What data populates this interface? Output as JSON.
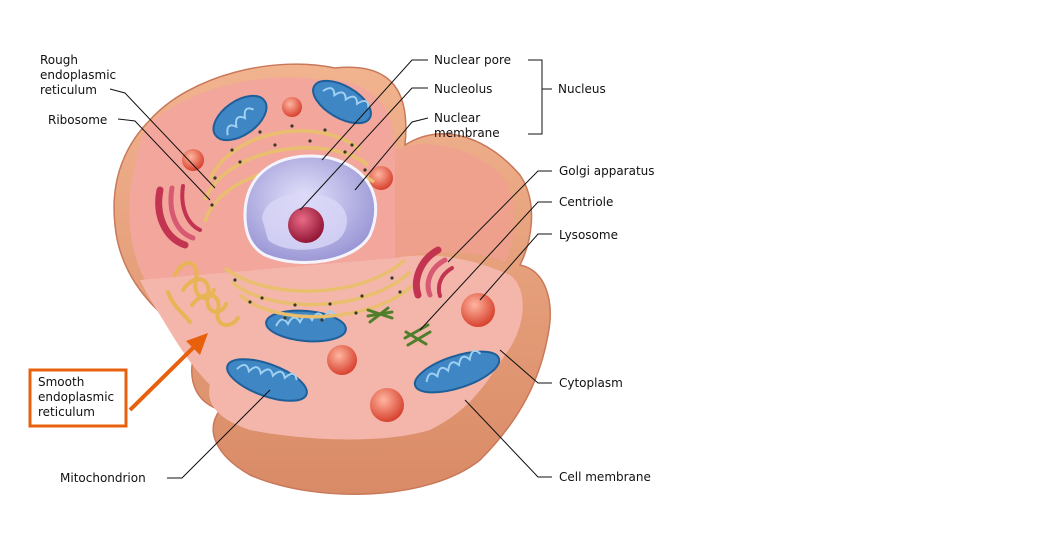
{
  "labels": {
    "rough_er": [
      "Rough",
      "endoplasmic",
      "reticulum"
    ],
    "ribosome": "Ribosome",
    "nuclear_pore": "Nuclear pore",
    "nucleolus": "Nucleolus",
    "nuclear_membrane": [
      "Nuclear",
      "membrane"
    ],
    "nucleus": "Nucleus",
    "golgi": "Golgi apparatus",
    "centriole": "Centriole",
    "lysosome": "Lysosome",
    "smooth_er": [
      "Smooth",
      "endoplasmic",
      "reticulum"
    ],
    "cytoplasm": "Cytoplasm",
    "mitochondrion": "Mitochondrion",
    "cell_membrane": "Cell membrane"
  },
  "colors": {
    "highlight": "#e8600c",
    "cell_outer": "#e9a07a",
    "cytoplasm": "#f6b7ad",
    "mitochondria": "#3f86c4",
    "nucleus": "#b9b6e6",
    "nucleolus": "#b0203f",
    "lysosome": "#e2533f",
    "golgi": "#c2344f",
    "rough_er": "#f2d08a"
  }
}
